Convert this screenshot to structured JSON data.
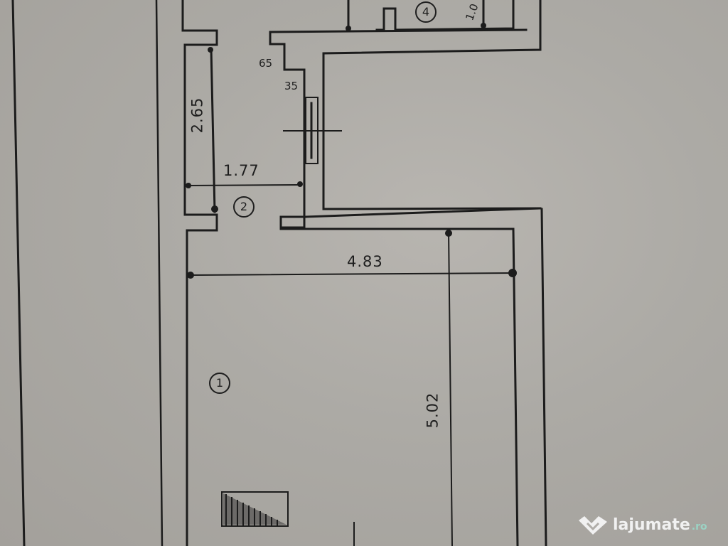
{
  "diagram": {
    "type": "floor-plan",
    "rooms": [
      {
        "number": "1",
        "label": "①"
      },
      {
        "number": "2",
        "label": "②"
      },
      {
        "number": "4",
        "label": "④"
      }
    ],
    "dimensions": {
      "room1_width": "4.83",
      "room1_length": "5.02",
      "room2_width": "1.77",
      "room2_length": "2.65",
      "room4_partial": "1.0",
      "step_upper": "65",
      "step_lower": "35"
    },
    "symbols": [
      "window",
      "stair-hatch"
    ]
  },
  "watermark": {
    "brand": "lajumate",
    "tld": ".ro",
    "accent_color": "#9bd3c4"
  }
}
